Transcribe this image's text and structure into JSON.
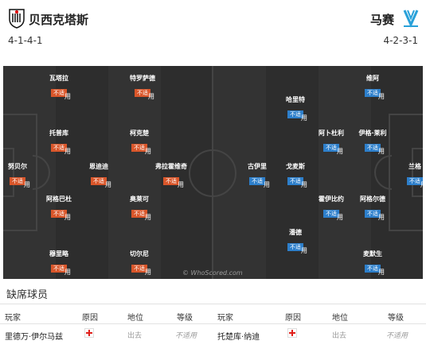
{
  "home": {
    "name": "贝西克塔斯",
    "formation": "4-1-4-1"
  },
  "away": {
    "name": "马赛",
    "formation": "4-2-3-1"
  },
  "status": {
    "unavailable": "不适",
    "used": "用"
  },
  "home_players": [
    "瓦塔拉",
    "特罗萨德",
    "托普库",
    "柯克楚",
    "恩迪迪",
    "弗拉霍维奇",
    "努贝尔",
    "阿格巴杜",
    "奥莱可",
    "穆里略",
    "切尔尼"
  ],
  "away_players": [
    "维阿",
    "哈里特",
    "阿卜杜利",
    "伊格·莱利",
    "古伊里",
    "戈麦斯",
    "兰格",
    "霍伊比约",
    "阿格尔德",
    "潘德",
    "麦默生"
  ],
  "watermark": "© WhoScored.com",
  "absent": {
    "title": "缺席球员",
    "headers": {
      "player": "玩家",
      "reason": "原因",
      "position": "地位",
      "rating": "等级"
    },
    "rows": [
      {
        "player": "里德万·伊尔马兹",
        "position": "出去",
        "rating": "不适用"
      },
      {
        "player": "托楚库·纳迪",
        "position": "出去",
        "rating": "不适用"
      }
    ]
  },
  "colors": {
    "pitch": "#2d2d2d",
    "home_badge": "#d9562a",
    "away_badge": "#2d7fcb",
    "injury_cross": "#e0201b"
  }
}
